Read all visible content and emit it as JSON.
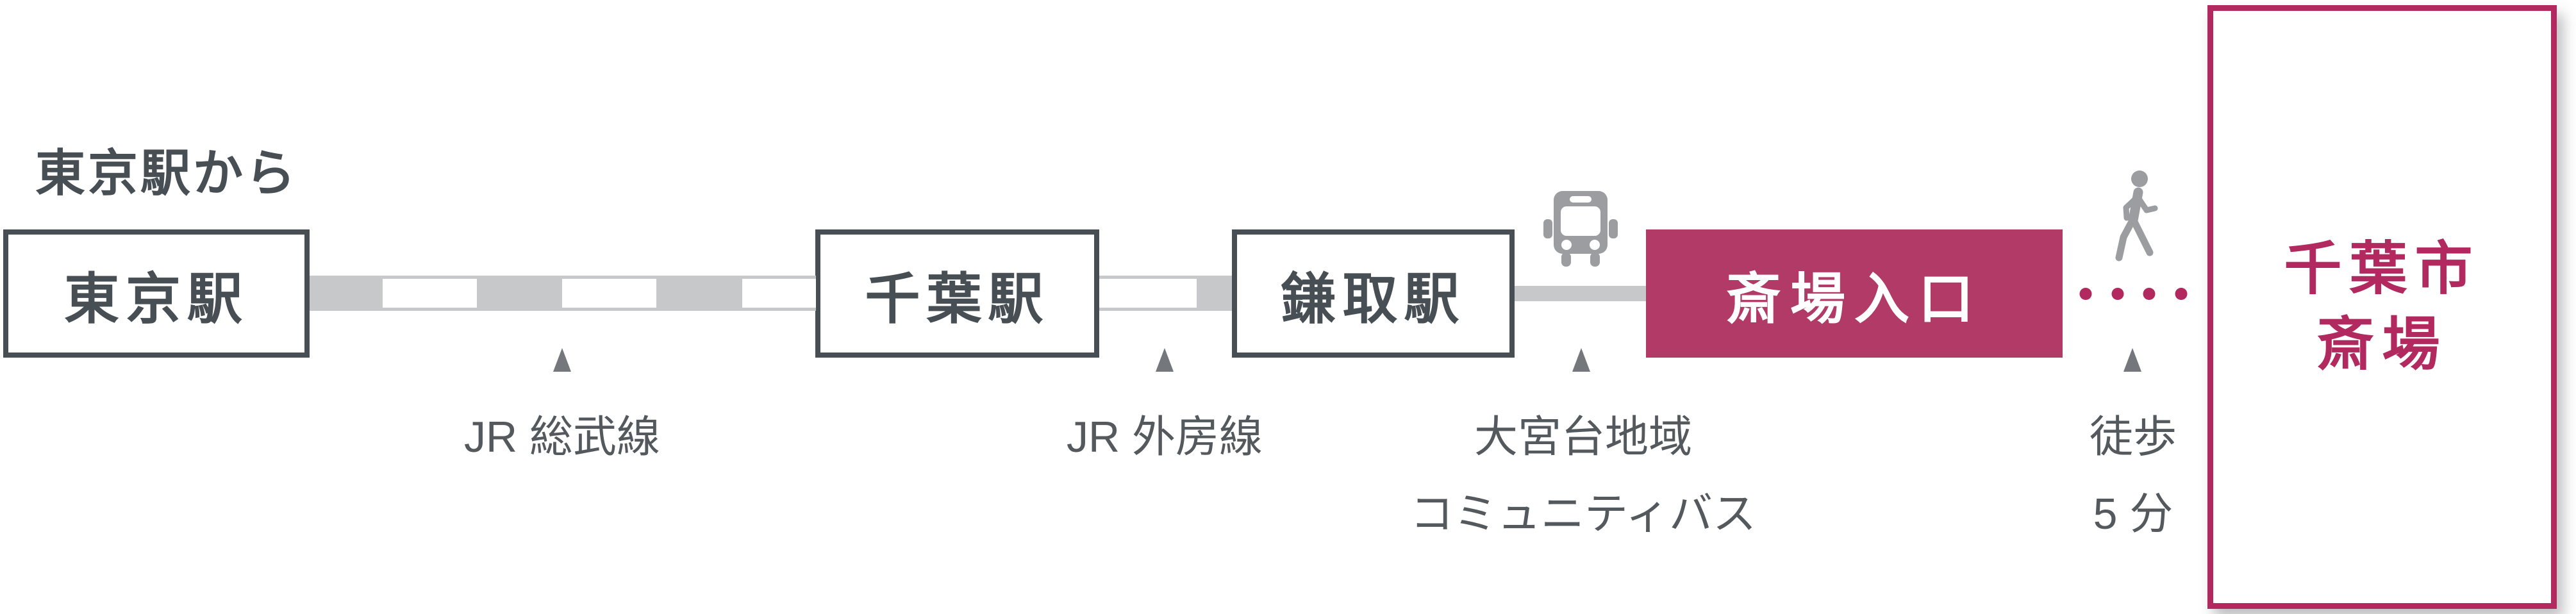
{
  "header": {
    "title": "東京駅から"
  },
  "stations": [
    {
      "id": "tokyo",
      "label": "東京駅"
    },
    {
      "id": "chiba",
      "label": "千葉駅"
    },
    {
      "id": "kamatori",
      "label": "鎌取駅"
    },
    {
      "id": "saijo-entrance",
      "label": "斎場入口"
    }
  ],
  "destination": {
    "lines": [
      "千葉市",
      "斎場"
    ]
  },
  "segments": [
    {
      "mode": "rail",
      "lines": [
        "JR 総武線"
      ]
    },
    {
      "mode": "rail",
      "lines": [
        "JR 外房線"
      ]
    },
    {
      "mode": "bus",
      "icon": "bus-icon",
      "lines": [
        "大宮台地域",
        "コミュニティバス"
      ]
    },
    {
      "mode": "walk",
      "icon": "walking-person-icon",
      "lines": [
        "徒歩",
        "5 分"
      ]
    }
  ],
  "colors": {
    "dark_slate": "#474e54",
    "label_gray": "#54595e",
    "line_gray": "#c7c8c9",
    "icon_gray": "#9b9da0",
    "marker_gray": "#74777b",
    "accent_magenta": "#b1295f",
    "highlight_fill": "#b23a67"
  }
}
